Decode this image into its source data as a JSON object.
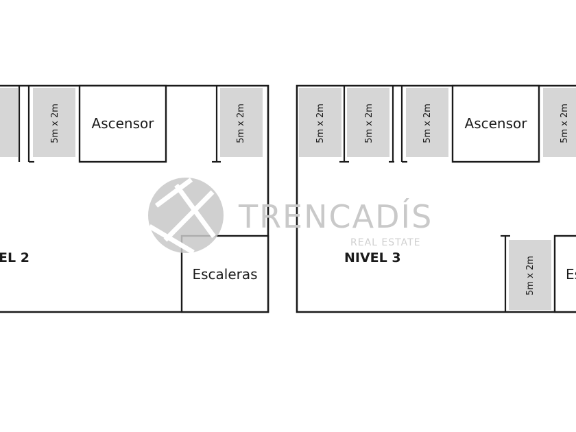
{
  "plan": {
    "spot_label": "5m x 2m",
    "elevator_label": "Ascensor",
    "stairs_label": "Escaleras",
    "stairs_label_partial": "Es",
    "level_2_label": "EL 2",
    "level_3_label": "NIVEL 3"
  },
  "watermark": {
    "brand": "TRENCADÍS",
    "tagline": "REAL ESTATE"
  },
  "colors": {
    "wall": "#1a1a1a",
    "parking_spot": "#d6d6d6",
    "watermark": "#c9c9c9"
  }
}
